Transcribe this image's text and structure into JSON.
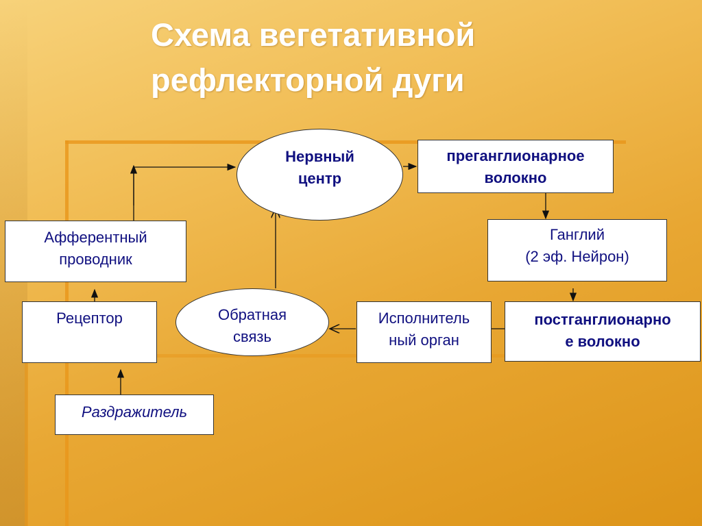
{
  "title": {
    "line1": "Схема  вегетативной",
    "line2": "рефлекторной дуги"
  },
  "nodes": {
    "nerve_center": {
      "line1": "Нервный",
      "line2": "центр"
    },
    "preganglionic": {
      "line1": "преганглионарное",
      "line2": "волокно"
    },
    "ganglion": {
      "line1": "Ганглий",
      "line2": "(2 эф. Нейрон)"
    },
    "postganglionic": {
      "line1": "постганглионарно",
      "line2": "е волокно"
    },
    "effector": {
      "line1": "Исполнитель",
      "line2": "ный орган"
    },
    "feedback": {
      "line1": "Обратная",
      "line2": "связь"
    },
    "afferent": {
      "line1": "Афферентный",
      "line2": "проводник"
    },
    "receptor": {
      "line1": "Рецептор"
    },
    "stimulus": {
      "line1": "Раздражитель"
    }
  },
  "colors": {
    "text": "#101080",
    "title": "#ffffff",
    "background": "#e8a733"
  }
}
